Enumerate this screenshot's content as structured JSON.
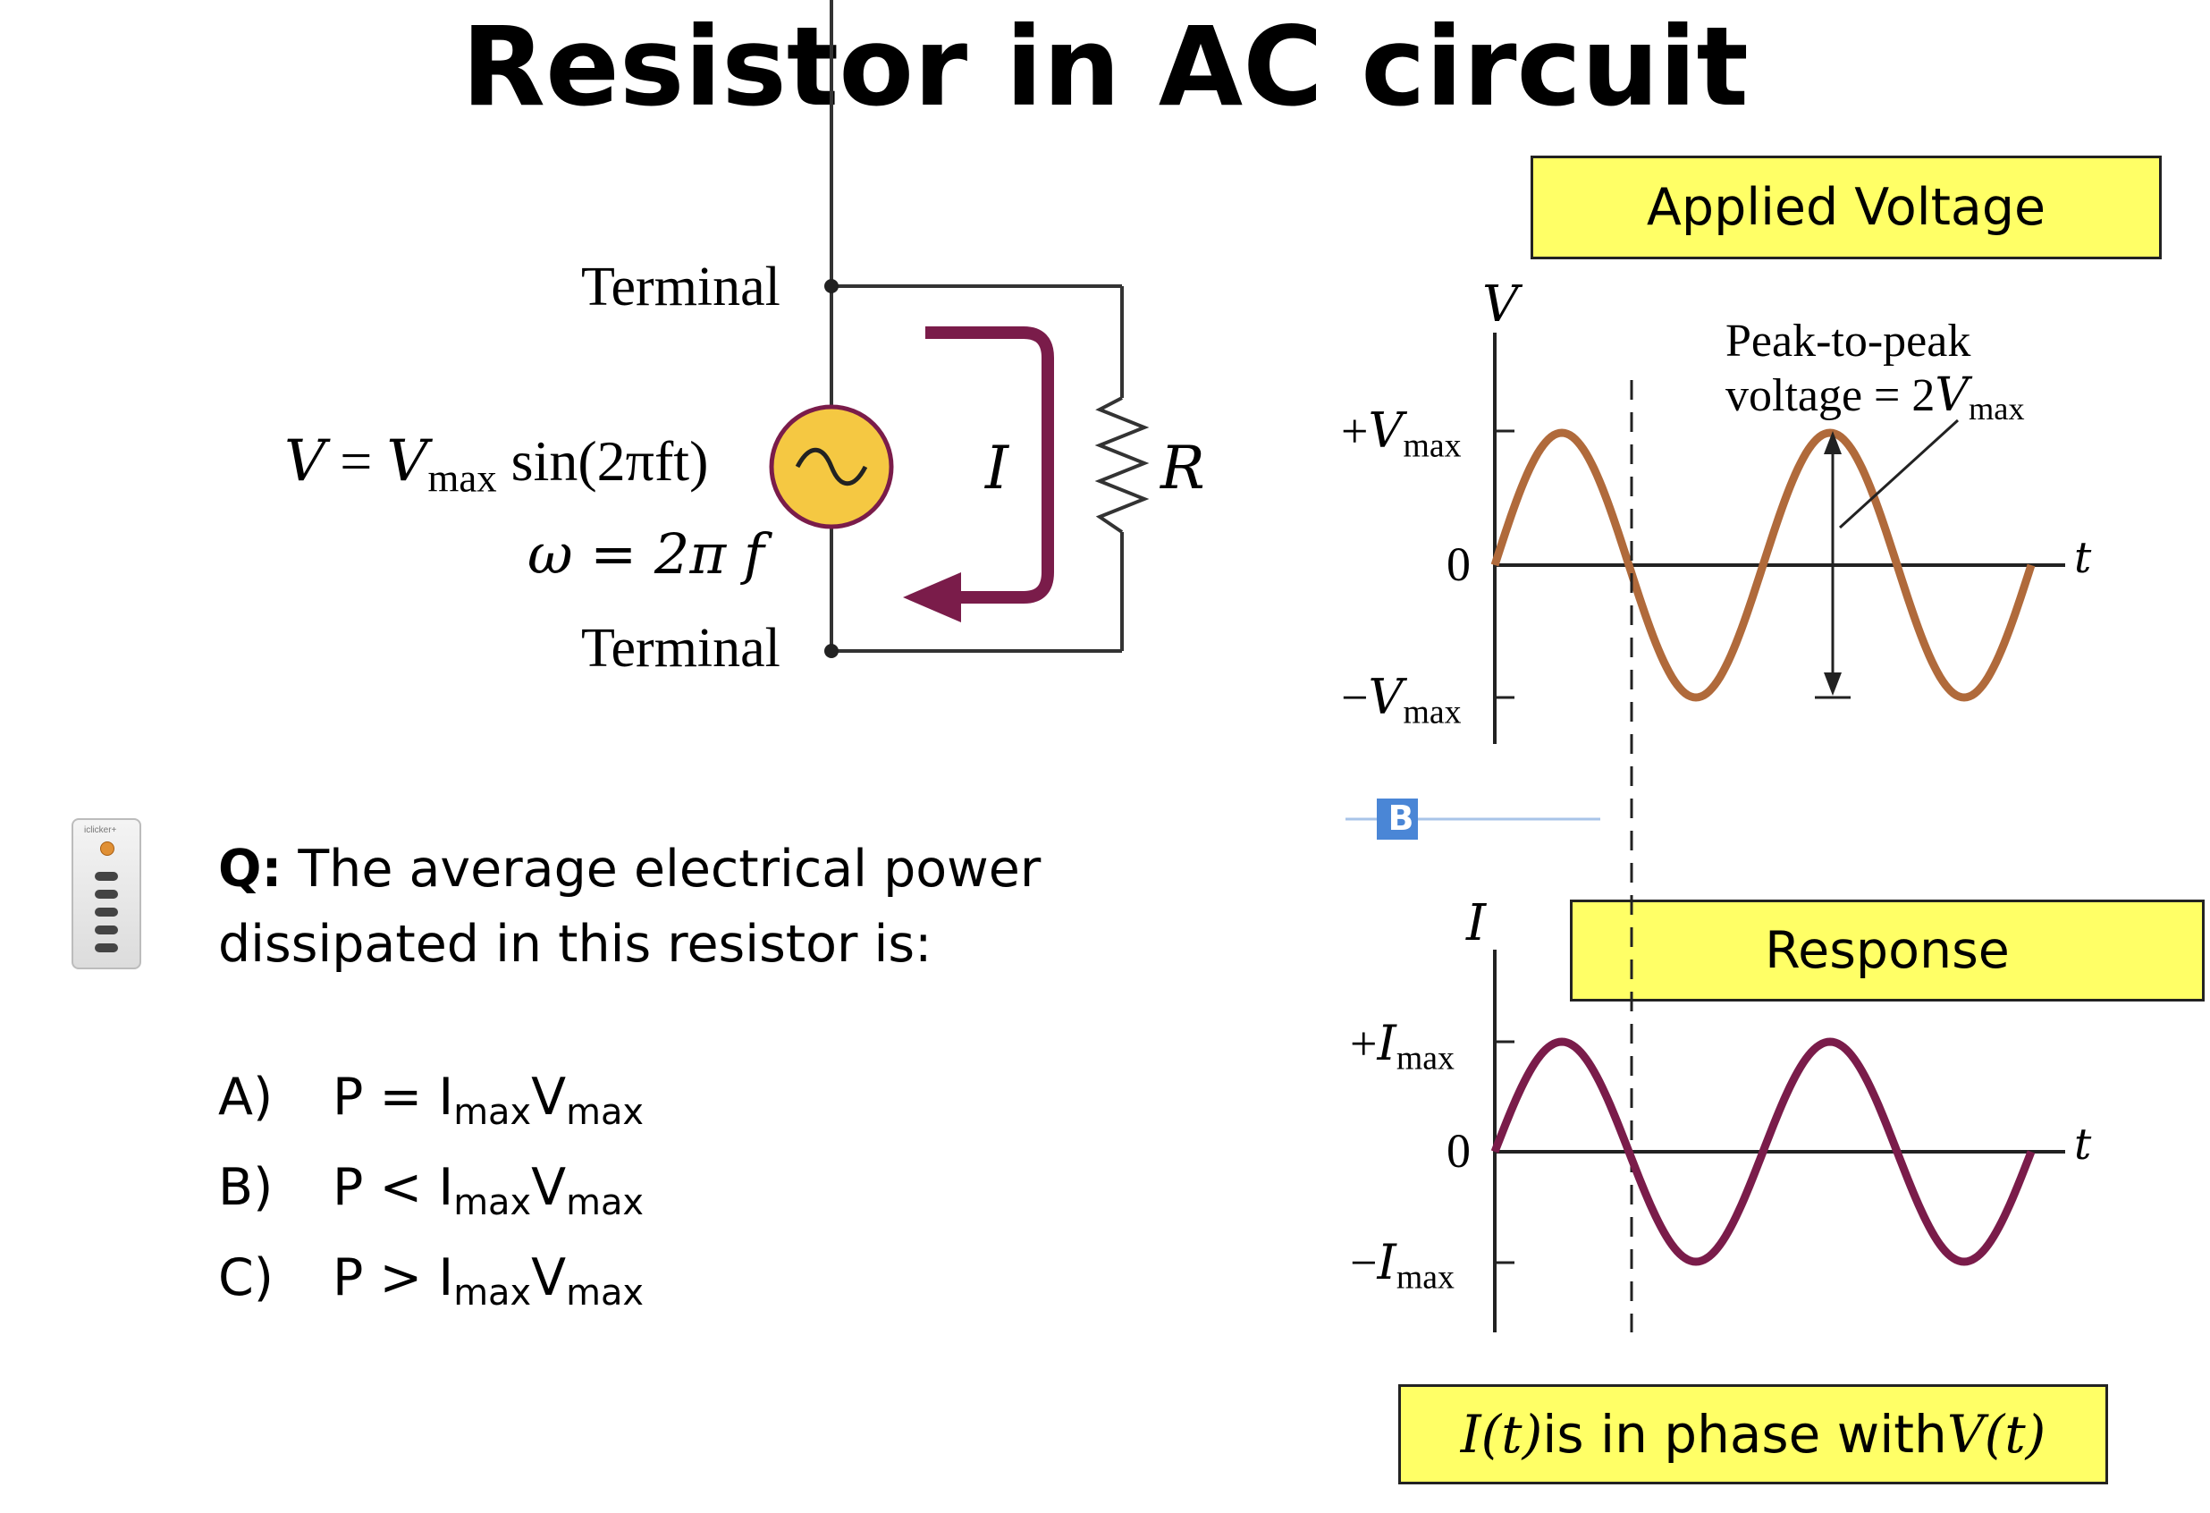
{
  "title": "Resistor in AC circuit",
  "circuit": {
    "terminal_top": "Terminal",
    "terminal_bottom": "Terminal",
    "voltage_eq": {
      "lhs": "V",
      "eq": " = ",
      "v": "V",
      "sub": "max",
      "rest": " sin(2πft)"
    },
    "omega_eq": "ω = 2π f",
    "current_label": "I",
    "resistor_label": "R"
  },
  "applied_voltage_label": "Applied Voltage",
  "response_label": "Response",
  "phase_note": {
    "a": "I",
    "b": "(t)",
    "mid": " is in phase with ",
    "c": "V",
    "d": "(t)"
  },
  "voltage_graph": {
    "axis_label": "V",
    "t_label": "t",
    "plus_label": {
      "sign": "+",
      "sym": "V",
      "sub": "max"
    },
    "zero_label": "0",
    "minus_label": {
      "sign": "−",
      "sym": "V",
      "sub": "max"
    },
    "peak_note_line1": "Peak-to-peak",
    "peak_note_line2": {
      "text": "voltage = 2",
      "sym": "V",
      "sub": "max"
    },
    "color": "#b06a3b"
  },
  "current_graph": {
    "axis_label": "I",
    "t_label": "t",
    "plus_label": {
      "sign": "+",
      "sym": "I",
      "sub": "max"
    },
    "zero_label": "0",
    "minus_label": {
      "sign": "−",
      "sym": "I",
      "sub": "max"
    },
    "color": "#7a1c4a"
  },
  "marker_b": "B",
  "clicker": {
    "brand": "iclicker+"
  },
  "question": {
    "prefix": "Q:",
    "text": " The average electrical power dissipated in this resistor is:"
  },
  "options": [
    {
      "letter": "A)",
      "p": "P = I",
      "s1": "max",
      "v": "V",
      "s2": "max"
    },
    {
      "letter": "B)",
      "p": "P < I",
      "s1": "max",
      "v": "V",
      "s2": "max"
    },
    {
      "letter": "C)",
      "p": "P > I",
      "s1": "max",
      "v": "V",
      "s2": "max"
    }
  ],
  "colors": {
    "highlight": "#ffff66",
    "source_fill": "#f5c842",
    "loop_arrow": "#7a1c4a"
  }
}
